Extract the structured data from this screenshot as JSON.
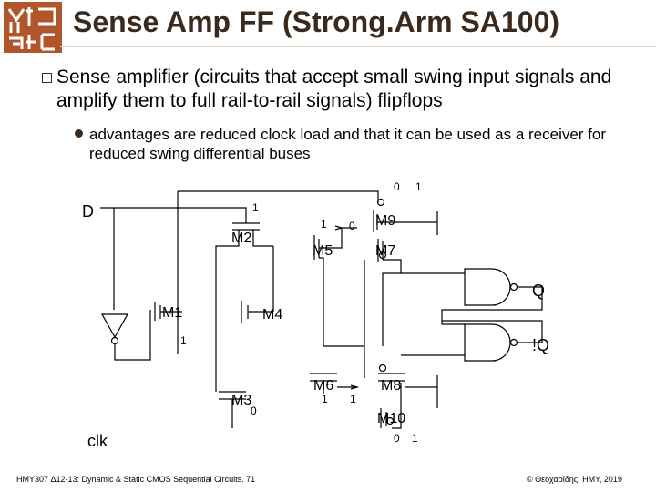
{
  "slide": {
    "title": "Sense Amp FF (Strong.Arm SA100)",
    "bullet1": "Sense amplifier (circuits that accept small swing input signals and amplify them to full rail-to-rail signals) flipflops",
    "bullet2": "advantages are reduced clock load and that it can be used as a receiver for reduced swing differential buses"
  },
  "circuit": {
    "labels": {
      "D": "D",
      "clk": "clk",
      "Q": "Q",
      "Qbar": "!Q",
      "top_0": "0",
      "top_1": "1",
      "m2_1": "1",
      "m5_1": "1",
      "m5_0": "0",
      "left_1": "1",
      "m3_0": "0",
      "m6_1": "1",
      "m6_1b": "1",
      "bot_0": "0",
      "bot_1": "1"
    },
    "transistors": {
      "m1": "M1",
      "m2": "M2",
      "m3": "M3",
      "m4": "M4",
      "m5": "M5",
      "m6": "M6",
      "m7": "M7",
      "m8": "M8",
      "m9": "M9",
      "m10": "M10"
    }
  },
  "footer": {
    "left": "HMY307 Δ12-13: Dynamic & Static CMOS Sequential Circuits. 71",
    "right": "© Θεοχαρίδης, HMY, 2019"
  },
  "colors": {
    "title": "#3a2a1e",
    "logo_bg": "#b0562a",
    "logo_fg": "#ffffff"
  }
}
